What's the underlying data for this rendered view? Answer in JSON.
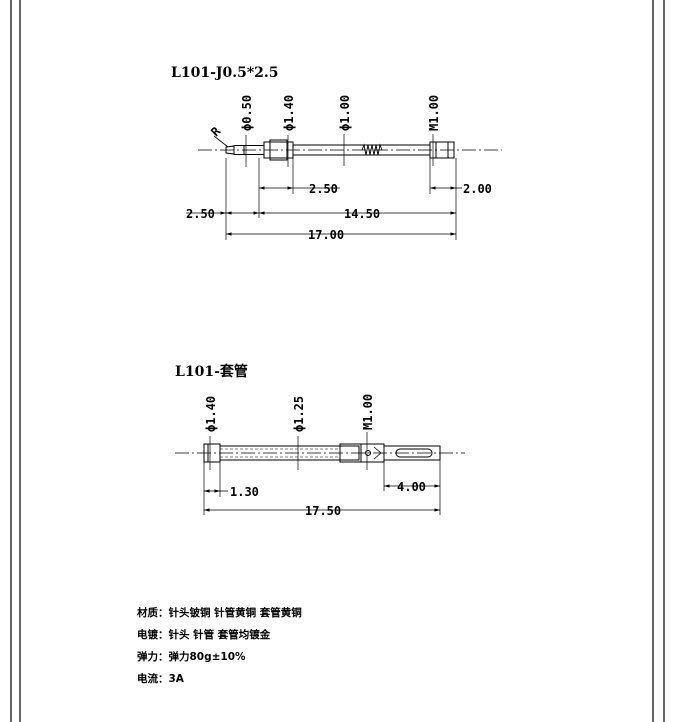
{
  "part1": {
    "title": "L101-J0.5*2.5",
    "label_r": "R",
    "dia_tip": "ϕ0.50",
    "dia_sleeve": "ϕ1.40",
    "dia_body": "ϕ1.00",
    "dia_thread": "M1.00",
    "dim_sleeve_len": "2.50",
    "dim_thread_len": "2.00",
    "dim_tip_len": "2.50",
    "dim_body_len": "14.50",
    "dim_total": "17.00"
  },
  "part2": {
    "title": "L101-套管",
    "dia_left": "ϕ1.40",
    "dia_mid": "ϕ1.25",
    "dia_thread": "M1.00",
    "dim_left": "1.30",
    "dim_right": "4.00",
    "dim_total": "17.50"
  },
  "notes": [
    "材质：针头铍铜 针管黄铜 套管黄铜",
    "电镀：针头 针管 套管均镀金",
    "弹力：弹力80g±10%",
    "电流：3A"
  ]
}
